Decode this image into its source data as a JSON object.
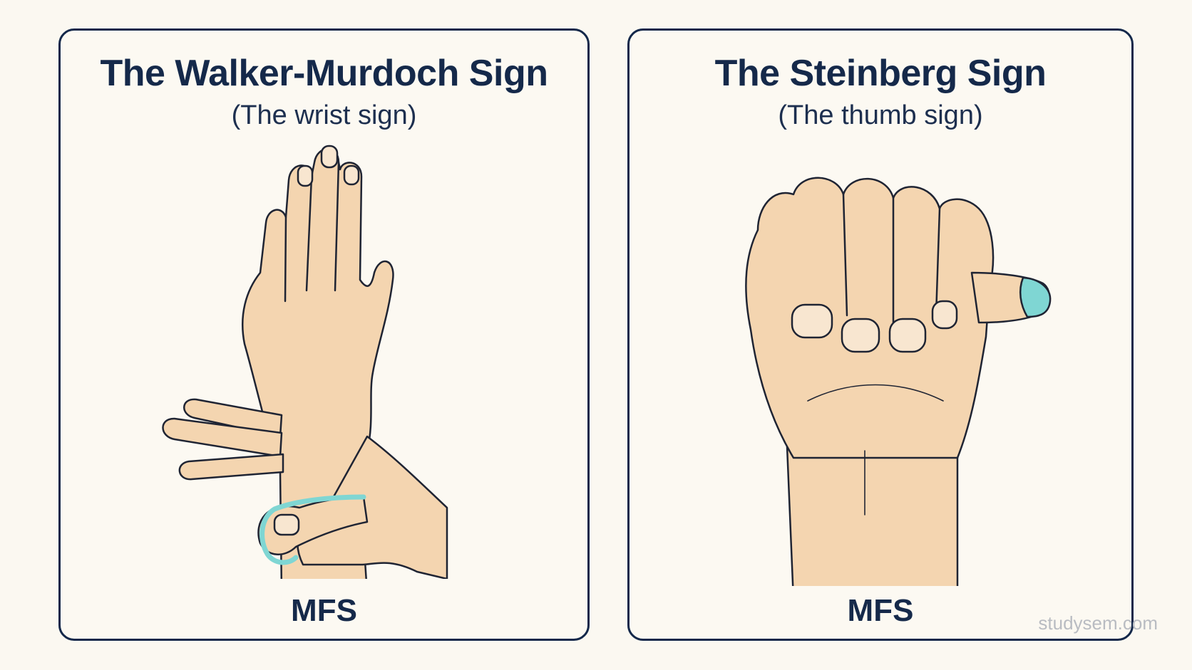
{
  "left_panel": {
    "title": "The Walker-Murdoch Sign",
    "subtitle": "(The wrist sign)",
    "label": "MFS"
  },
  "right_panel": {
    "title": "The Steinberg Sign",
    "subtitle": "(The thumb sign)",
    "label": "MFS"
  },
  "watermark": "studysem.com",
  "colors": {
    "skin": "#f4d5b0",
    "outline": "#1f2433",
    "highlight": "#7fd6d3",
    "frame": "#14284a"
  }
}
